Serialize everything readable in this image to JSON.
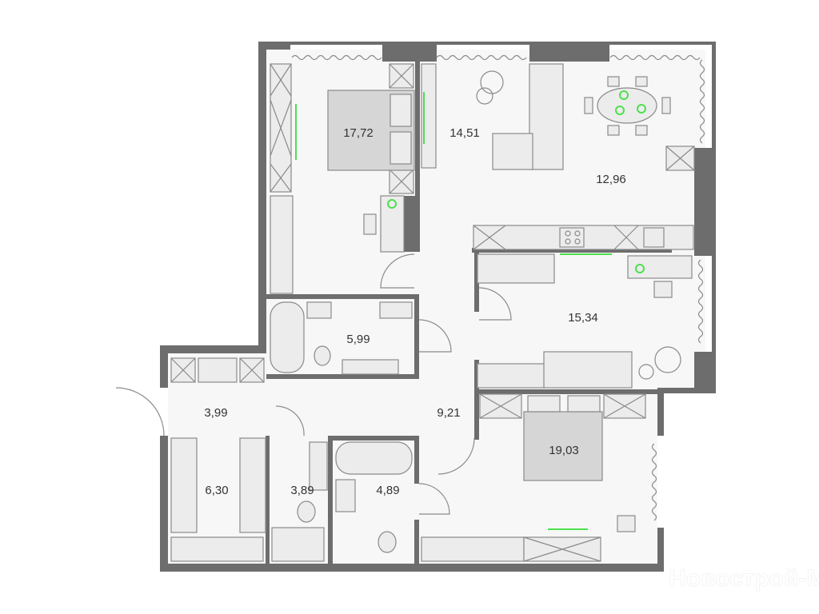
{
  "plan": {
    "rooms": [
      {
        "id": "bedroom-1",
        "area": "17,72"
      },
      {
        "id": "living-room",
        "area": "14,51"
      },
      {
        "id": "kitchen-dining",
        "area": "12,96"
      },
      {
        "id": "study",
        "area": "15,34"
      },
      {
        "id": "bathroom-1",
        "area": "5,99"
      },
      {
        "id": "entrance-hall",
        "area": "3,99"
      },
      {
        "id": "corridor",
        "area": "9,21"
      },
      {
        "id": "bedroom-2",
        "area": "19,03"
      },
      {
        "id": "wardrobe",
        "area": "6,30"
      },
      {
        "id": "toilet",
        "area": "3,89"
      },
      {
        "id": "bathroom-2",
        "area": "4,89"
      }
    ]
  },
  "watermark": "Новострой-М",
  "colors": {
    "wall": "#6d6d6d",
    "accent": "#4de04d",
    "floor": "#f7f7f7"
  }
}
